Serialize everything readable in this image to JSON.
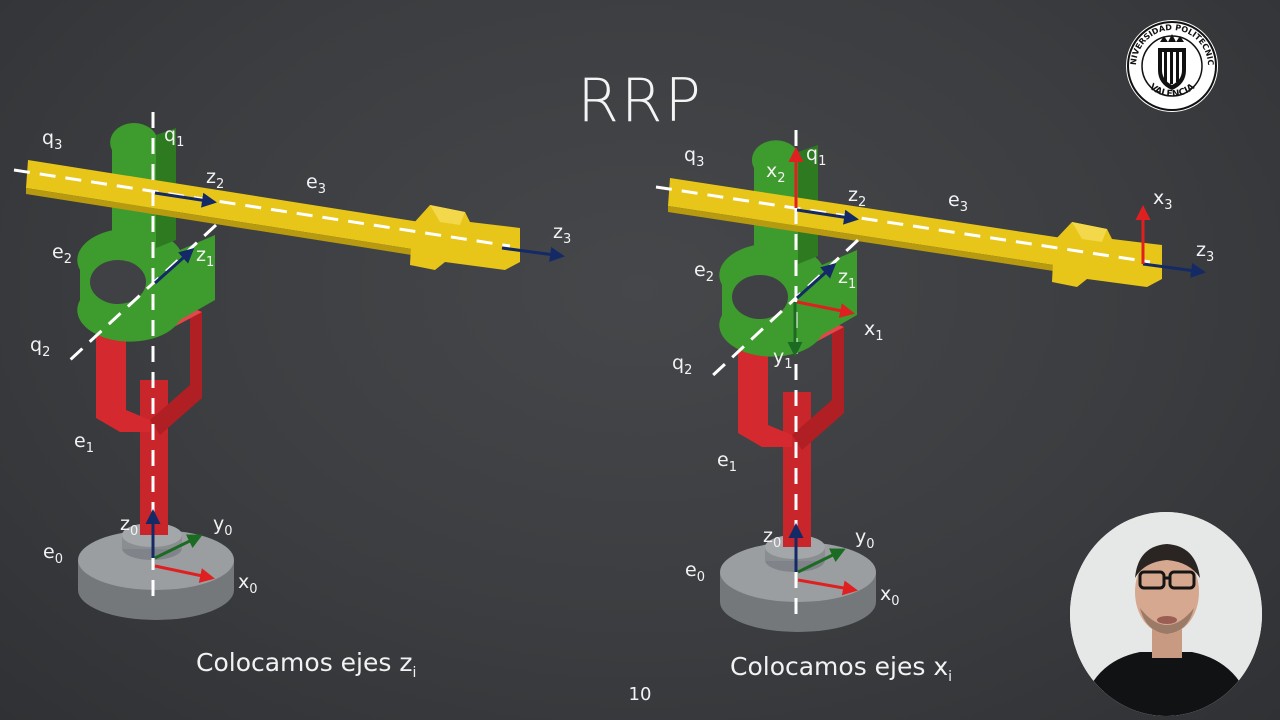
{
  "slide": {
    "title": "RRP",
    "page_number": "10",
    "left_caption": {
      "text": "Colocamos ejes z",
      "subscript": "i"
    },
    "right_caption": {
      "text": "Colocamos ejes x",
      "subscript": "i"
    }
  },
  "logo": {
    "text_top": "UNIVERSIDAD POLITECNICA",
    "text_bottom": "VALENCIA"
  },
  "left_diagram": {
    "labels": [
      {
        "id": "q3",
        "main": "q",
        "sub": "3"
      },
      {
        "id": "q1",
        "main": "q",
        "sub": "1"
      },
      {
        "id": "z2",
        "main": "z",
        "sub": "2"
      },
      {
        "id": "e3",
        "main": "e",
        "sub": "3"
      },
      {
        "id": "z3",
        "main": "z",
        "sub": "3"
      },
      {
        "id": "e2",
        "main": "e",
        "sub": "2"
      },
      {
        "id": "z1",
        "main": "z",
        "sub": "1"
      },
      {
        "id": "q2",
        "main": "q",
        "sub": "2"
      },
      {
        "id": "e1",
        "main": "e",
        "sub": "1"
      },
      {
        "id": "z0",
        "main": "z",
        "sub": "0"
      },
      {
        "id": "y0",
        "main": "y",
        "sub": "0"
      },
      {
        "id": "e0",
        "main": "e",
        "sub": "0"
      },
      {
        "id": "x0",
        "main": "x",
        "sub": "0"
      }
    ]
  },
  "right_diagram": {
    "labels": [
      {
        "id": "q3",
        "main": "q",
        "sub": "3"
      },
      {
        "id": "x2",
        "main": "x",
        "sub": "2"
      },
      {
        "id": "q1",
        "main": "q",
        "sub": "1"
      },
      {
        "id": "z2",
        "main": "z",
        "sub": "2"
      },
      {
        "id": "e3",
        "main": "e",
        "sub": "3"
      },
      {
        "id": "x3",
        "main": "x",
        "sub": "3"
      },
      {
        "id": "z3",
        "main": "z",
        "sub": "3"
      },
      {
        "id": "e2",
        "main": "e",
        "sub": "2"
      },
      {
        "id": "z1",
        "main": "z",
        "sub": "1"
      },
      {
        "id": "x1",
        "main": "x",
        "sub": "1"
      },
      {
        "id": "q2",
        "main": "q",
        "sub": "2"
      },
      {
        "id": "y1",
        "main": "y",
        "sub": "1"
      },
      {
        "id": "e1",
        "main": "e",
        "sub": "1"
      },
      {
        "id": "z0",
        "main": "z",
        "sub": "0"
      },
      {
        "id": "y0",
        "main": "y",
        "sub": "0"
      },
      {
        "id": "e0",
        "main": "e",
        "sub": "0"
      },
      {
        "id": "x0",
        "main": "x",
        "sub": "0"
      }
    ]
  },
  "colors": {
    "background": "#3b3d40",
    "base": "#8e9294",
    "link1": "#d42a2f",
    "link2": "#3e9b2d",
    "link3": "#e8c619",
    "axis_z": "#132a66",
    "axis_x": "#e02020",
    "axis_y": "#1c6b23",
    "dashed_axis": "#ffffff"
  }
}
